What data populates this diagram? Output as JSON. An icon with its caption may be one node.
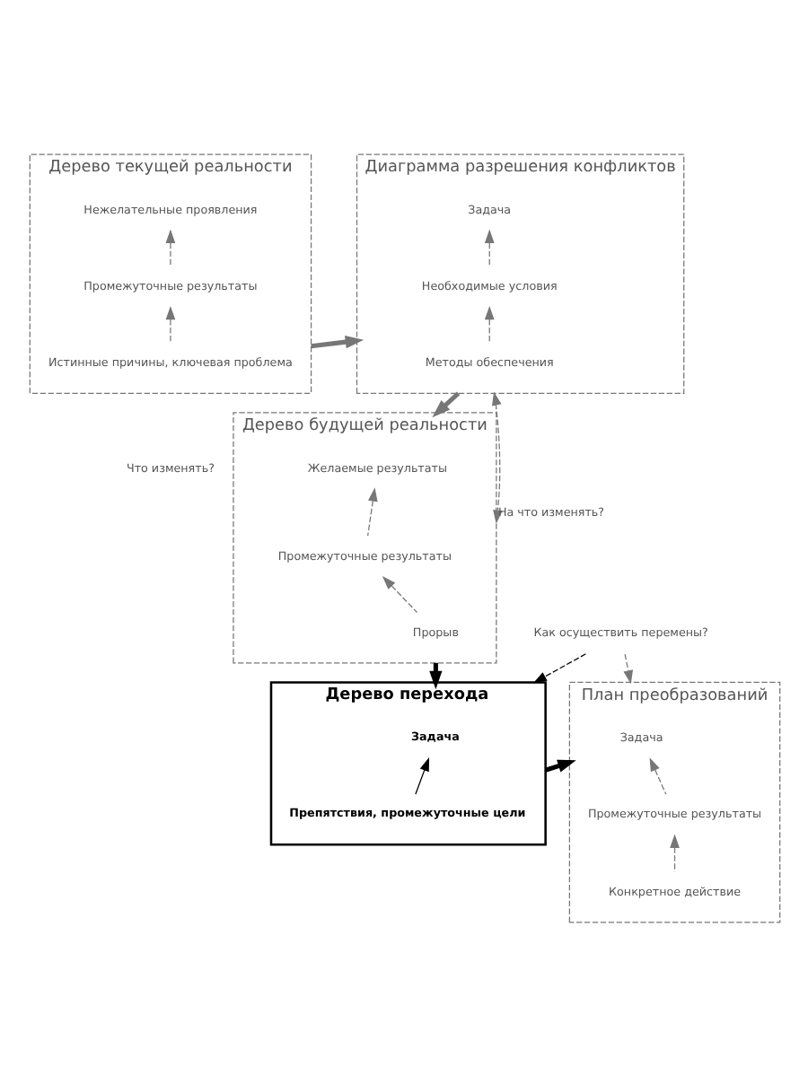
{
  "diagram": {
    "nodes": [
      {
        "text": [
          "Дерево текущей реальности"
        ]
      },
      {
        "text": [
          "Нежелательные проявления"
        ],
        "in": 0
      },
      {
        "text": [
          "Промежуточные результаты"
        ],
        "in": 0
      },
      {
        "text": [
          "Истинные причины, ключевая проблема"
        ],
        "in": 0
      },
      {
        "text": [
          "Диаграмма разрешения конфликтов"
        ]
      },
      {
        "text": [
          "Задача"
        ],
        "in": 4
      },
      {
        "text": [
          "Необходимые условия"
        ],
        "in": 4
      },
      {
        "text": [
          "Методы обеспечения"
        ],
        "in": 4
      },
      {
        "text": [
          "Дерево будущей реальности"
        ]
      },
      {
        "text": [
          "Желаемые результаты"
        ],
        "in": 8
      },
      {
        "text": [
          "Промежуточные результаты"
        ],
        "in": 8
      },
      {
        "text": [
          "Прорыв"
        ],
        "in": 8
      },
      {
        "text": [
          "Как осуществить перемены?"
        ]
      },
      {
        "text": [
          "План преобразований"
        ]
      },
      {
        "text": [
          "Задача"
        ],
        "in": 13
      },
      {
        "text": [
          "Промежуточные результаты"
        ],
        "in": 13
      },
      {
        "text": [
          "Конкретное действие"
        ],
        "in": 13
      },
      {
        "text": [
          "Дерево перехода"
        ]
      },
      {
        "text": [
          "Задача"
        ],
        "in": 17
      },
      {
        "text": [
          "Препятствия, промежуточные цели"
        ],
        "in": 17
      }
    ],
    "edges": [
      {
        "from": 3,
        "to": 2,
        "arrow": "to",
        "style": "dashed"
      },
      {
        "from": 2,
        "to": 1,
        "arrow": "to",
        "style": "dashed"
      },
      {
        "from": 0,
        "to": 4,
        "arrow": "to",
        "style": "thick"
      },
      {
        "from": 7,
        "to": 6,
        "arrow": "to",
        "style": "dashed"
      },
      {
        "from": 6,
        "to": 5,
        "arrow": "to",
        "style": "dashed"
      },
      {
        "from": 4,
        "to": 8,
        "arrow": "to",
        "style": "thick"
      },
      {
        "from": 4,
        "to": 8,
        "arrow": "both",
        "style": "dashed",
        "label": "На что изменять?"
      },
      {
        "from": 11,
        "to": 10,
        "arrow": "to",
        "style": "dashed"
      },
      {
        "from": 10,
        "to": 9,
        "arrow": "to",
        "style": "dashed"
      },
      {
        "from": 8,
        "to": 17,
        "arrow": "to",
        "style": "thick",
        "color": "#000000"
      },
      {
        "from": 12,
        "to": 13,
        "arrow": "to",
        "style": "dashed"
      },
      {
        "from": 12,
        "to": 17,
        "arrow": "to",
        "style": "dashed",
        "color": "#000000"
      },
      {
        "from": 17,
        "to": 13,
        "arrow": "to",
        "style": "thick",
        "color": "#000000"
      },
      {
        "from": 16,
        "to": 15,
        "arrow": "to",
        "style": "dashed"
      },
      {
        "from": 15,
        "to": 14,
        "arrow": "to",
        "style": "dashed"
      },
      {
        "from": 19,
        "to": 18,
        "arrow": "to",
        "color": "#000000"
      }
    ],
    "labels": [
      "Что изменять?"
    ]
  }
}
